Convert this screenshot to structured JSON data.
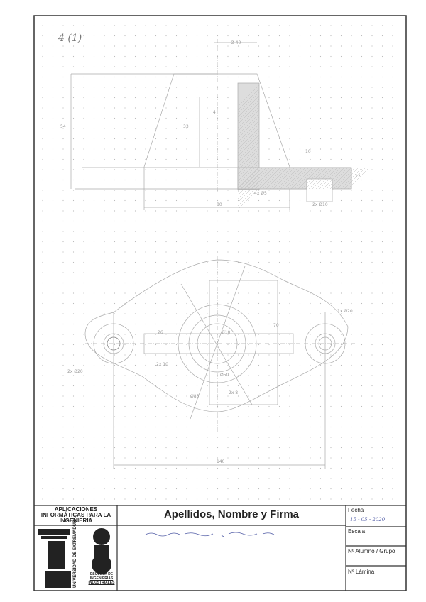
{
  "sheet": {
    "exercise_label": "4 (1)",
    "title_block": {
      "course": "APLICACIONES INFORMÁTICAS PARA LA INGENIERIA",
      "name_heading": "Apellidos, Nombre y Firma",
      "fecha_label": "Fecha",
      "fecha_value": "15 - 05 - 2020",
      "escala_label": "Escala",
      "alumno_label": "Nº Alumno / Grupo",
      "lamina_label": "Nº Lámina",
      "school": "ESCUELA DE INGENIERÍAS INDUSTRIALES",
      "university": "UNIVERSIDAD DE EXTREMADURA",
      "uex_logo": "UEX"
    },
    "front_view_dims": [
      "Ø 40",
      "54",
      "33",
      "4",
      "10",
      "12",
      "80",
      "4x Ø5",
      "2x Ø10"
    ],
    "top_view_dims": [
      "2x Ø20",
      "1x Ø20",
      "Ø10",
      "Ø50",
      "Ø85",
      "26",
      "2x 8",
      "70",
      "140",
      "2x 10"
    ]
  },
  "colors": {
    "ink": "#444444",
    "pencil": "#aaaaaa",
    "hatch": "#bbbbbb",
    "pen": "#5560a8"
  }
}
